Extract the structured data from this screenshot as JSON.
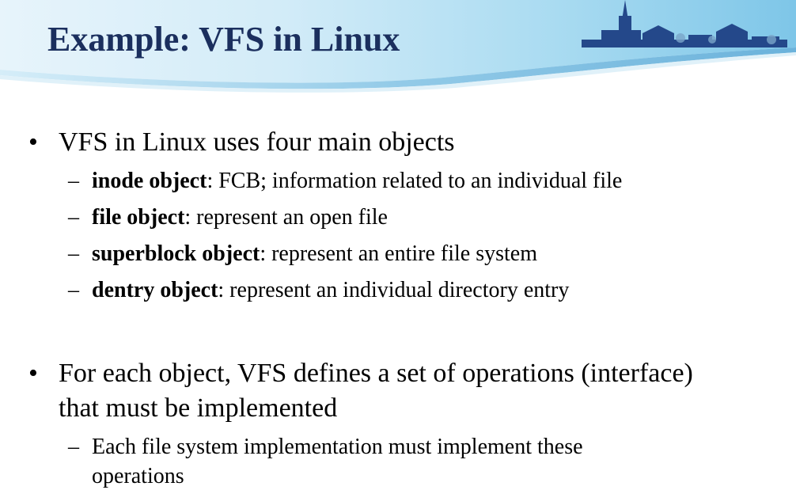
{
  "slide": {
    "title": "Example: VFS in Linux",
    "bullets": [
      {
        "text": "VFS in Linux uses four main objects",
        "sub": [
          {
            "term": "inode object",
            "desc": ": FCB; information related to an individual file"
          },
          {
            "term": "file object",
            "desc": ": represent an open file"
          },
          {
            "term": "superblock object",
            "desc": ": represent an entire file system"
          },
          {
            "term": "dentry object",
            "desc": ": represent an individual directory entry"
          }
        ]
      },
      {
        "line1": "For each object, VFS defines a set of operations (interface)",
        "line2": "that must be implemented",
        "sub1_line1": "Each file system implementation must implement these",
        "sub1_line2": "operations"
      }
    ],
    "bullet_glyph": "•",
    "dash_glyph": "–"
  },
  "colors": {
    "title": "#1b2f5e",
    "header_light": "#e4f3fb",
    "header_mid": "#8fcde9",
    "header_dark": "#3a99cf",
    "skyline": "#24488a"
  }
}
